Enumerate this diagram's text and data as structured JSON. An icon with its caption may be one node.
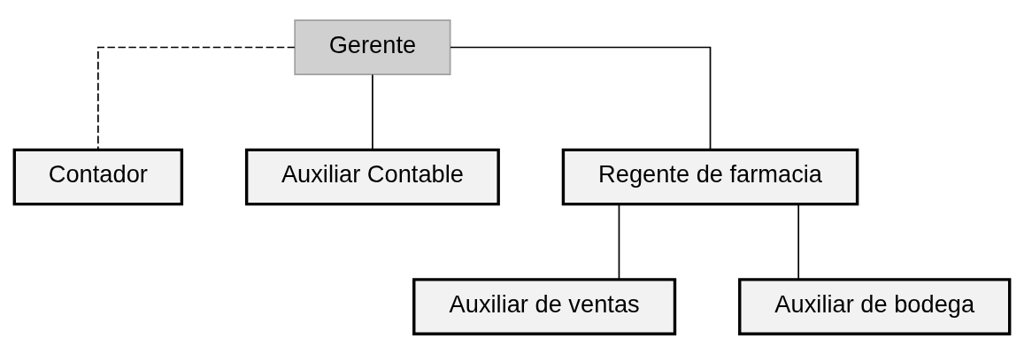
{
  "diagram": {
    "nodes": [
      {
        "text": [
          "Gerente"
        ]
      },
      {
        "text": [
          "Contador"
        ]
      },
      {
        "text": [
          "Auxiliar Contable"
        ]
      },
      {
        "text": [
          "Regente de farmacia"
        ]
      },
      {
        "text": [
          "Auxiliar de ventas"
        ]
      },
      {
        "text": [
          "Auxiliar de bodega"
        ]
      }
    ],
    "edges": [
      {
        "from": 0,
        "to": 1,
        "arrow": "none",
        "style": "dashed"
      },
      {
        "from": 0,
        "to": 2,
        "arrow": "none"
      },
      {
        "from": 0,
        "to": 3,
        "arrow": "none"
      },
      {
        "from": 3,
        "to": 4,
        "arrow": "none"
      },
      {
        "from": 3,
        "to": 5,
        "arrow": "none"
      }
    ]
  }
}
